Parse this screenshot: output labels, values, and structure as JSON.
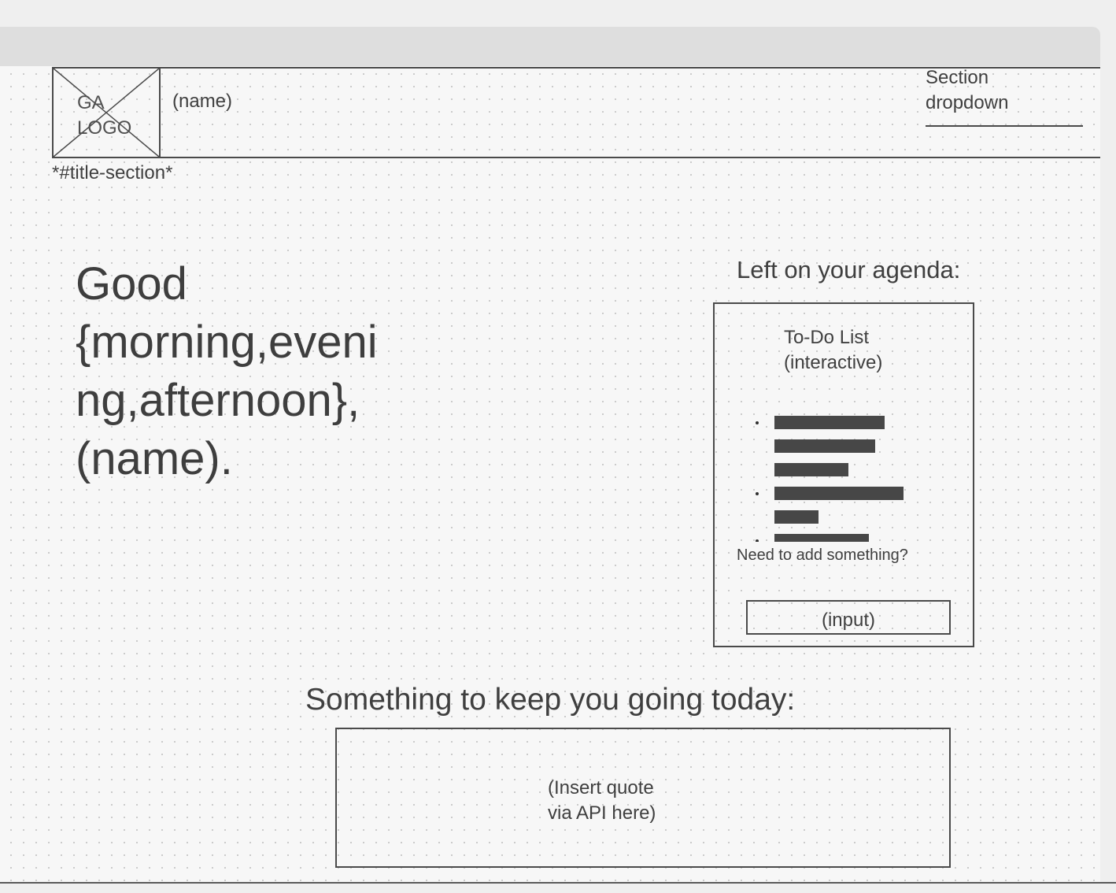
{
  "header": {
    "logo_text": "GA\nLOGO",
    "name": "(name)",
    "section_dropdown": "Section\ndropdown",
    "section_note": "*#title-section*"
  },
  "greeting": {
    "text": "Good\n{morning,eveni\nng,afternoon},\n(name)."
  },
  "agenda": {
    "title": "Left on your agenda:",
    "todo_title": "To-Do List\n(interactive)",
    "add_prompt": "Need to add something?",
    "input_label": "(input)"
  },
  "quote": {
    "title": "Something to keep you going today:",
    "placeholder": "(Insert quote\nvia API here)"
  },
  "colors": {
    "background": "#f7f7f7",
    "top_bar": "#dedede",
    "stroke": "#4a4a4a",
    "text": "#3f3f3f",
    "redacted_bar": "#474747"
  }
}
